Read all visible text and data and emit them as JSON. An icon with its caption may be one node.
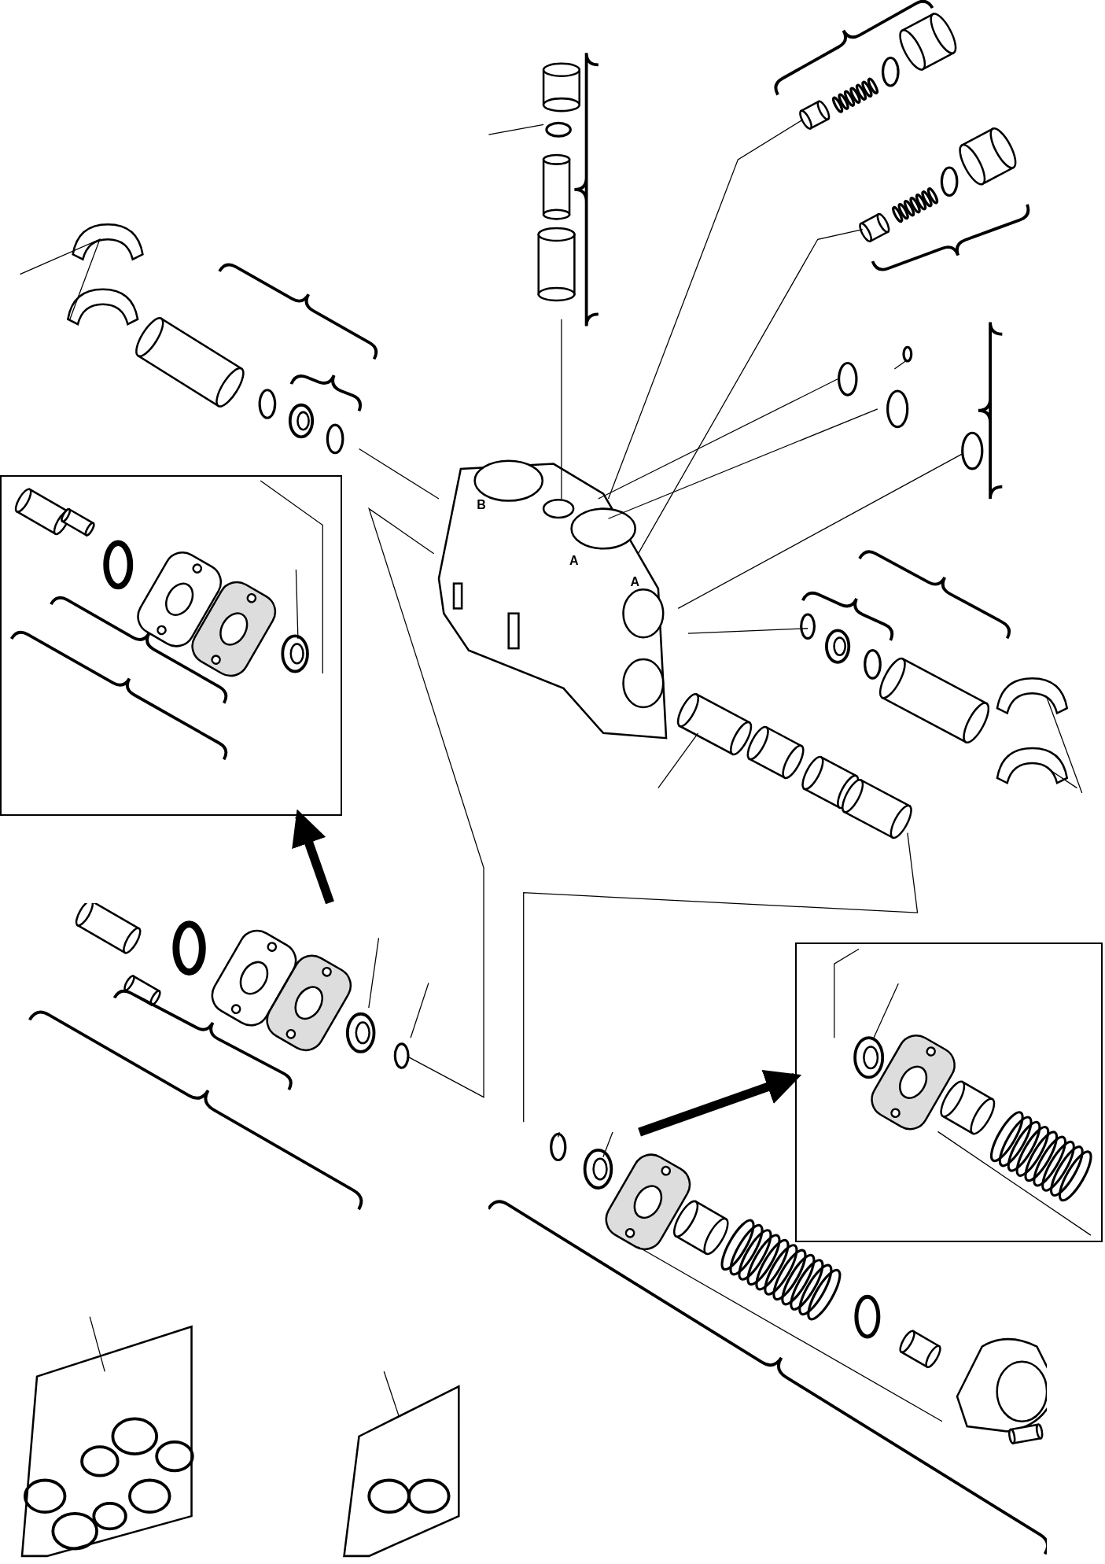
{
  "diagram": {
    "nodes": [
      {
        "text": [],
        "shape": "box"
      },
      {
        "text": [],
        "shape": "picture"
      },
      {
        "text": [],
        "shape": "box"
      },
      {
        "text": [],
        "shape": "picture"
      }
    ],
    "edges": [
      {
        "from": 1,
        "to": 0,
        "arrow": "to"
      },
      {
        "from": 3,
        "to": 2,
        "arrow": "to"
      }
    ],
    "labels": [
      "B",
      "A",
      "A"
    ]
  }
}
